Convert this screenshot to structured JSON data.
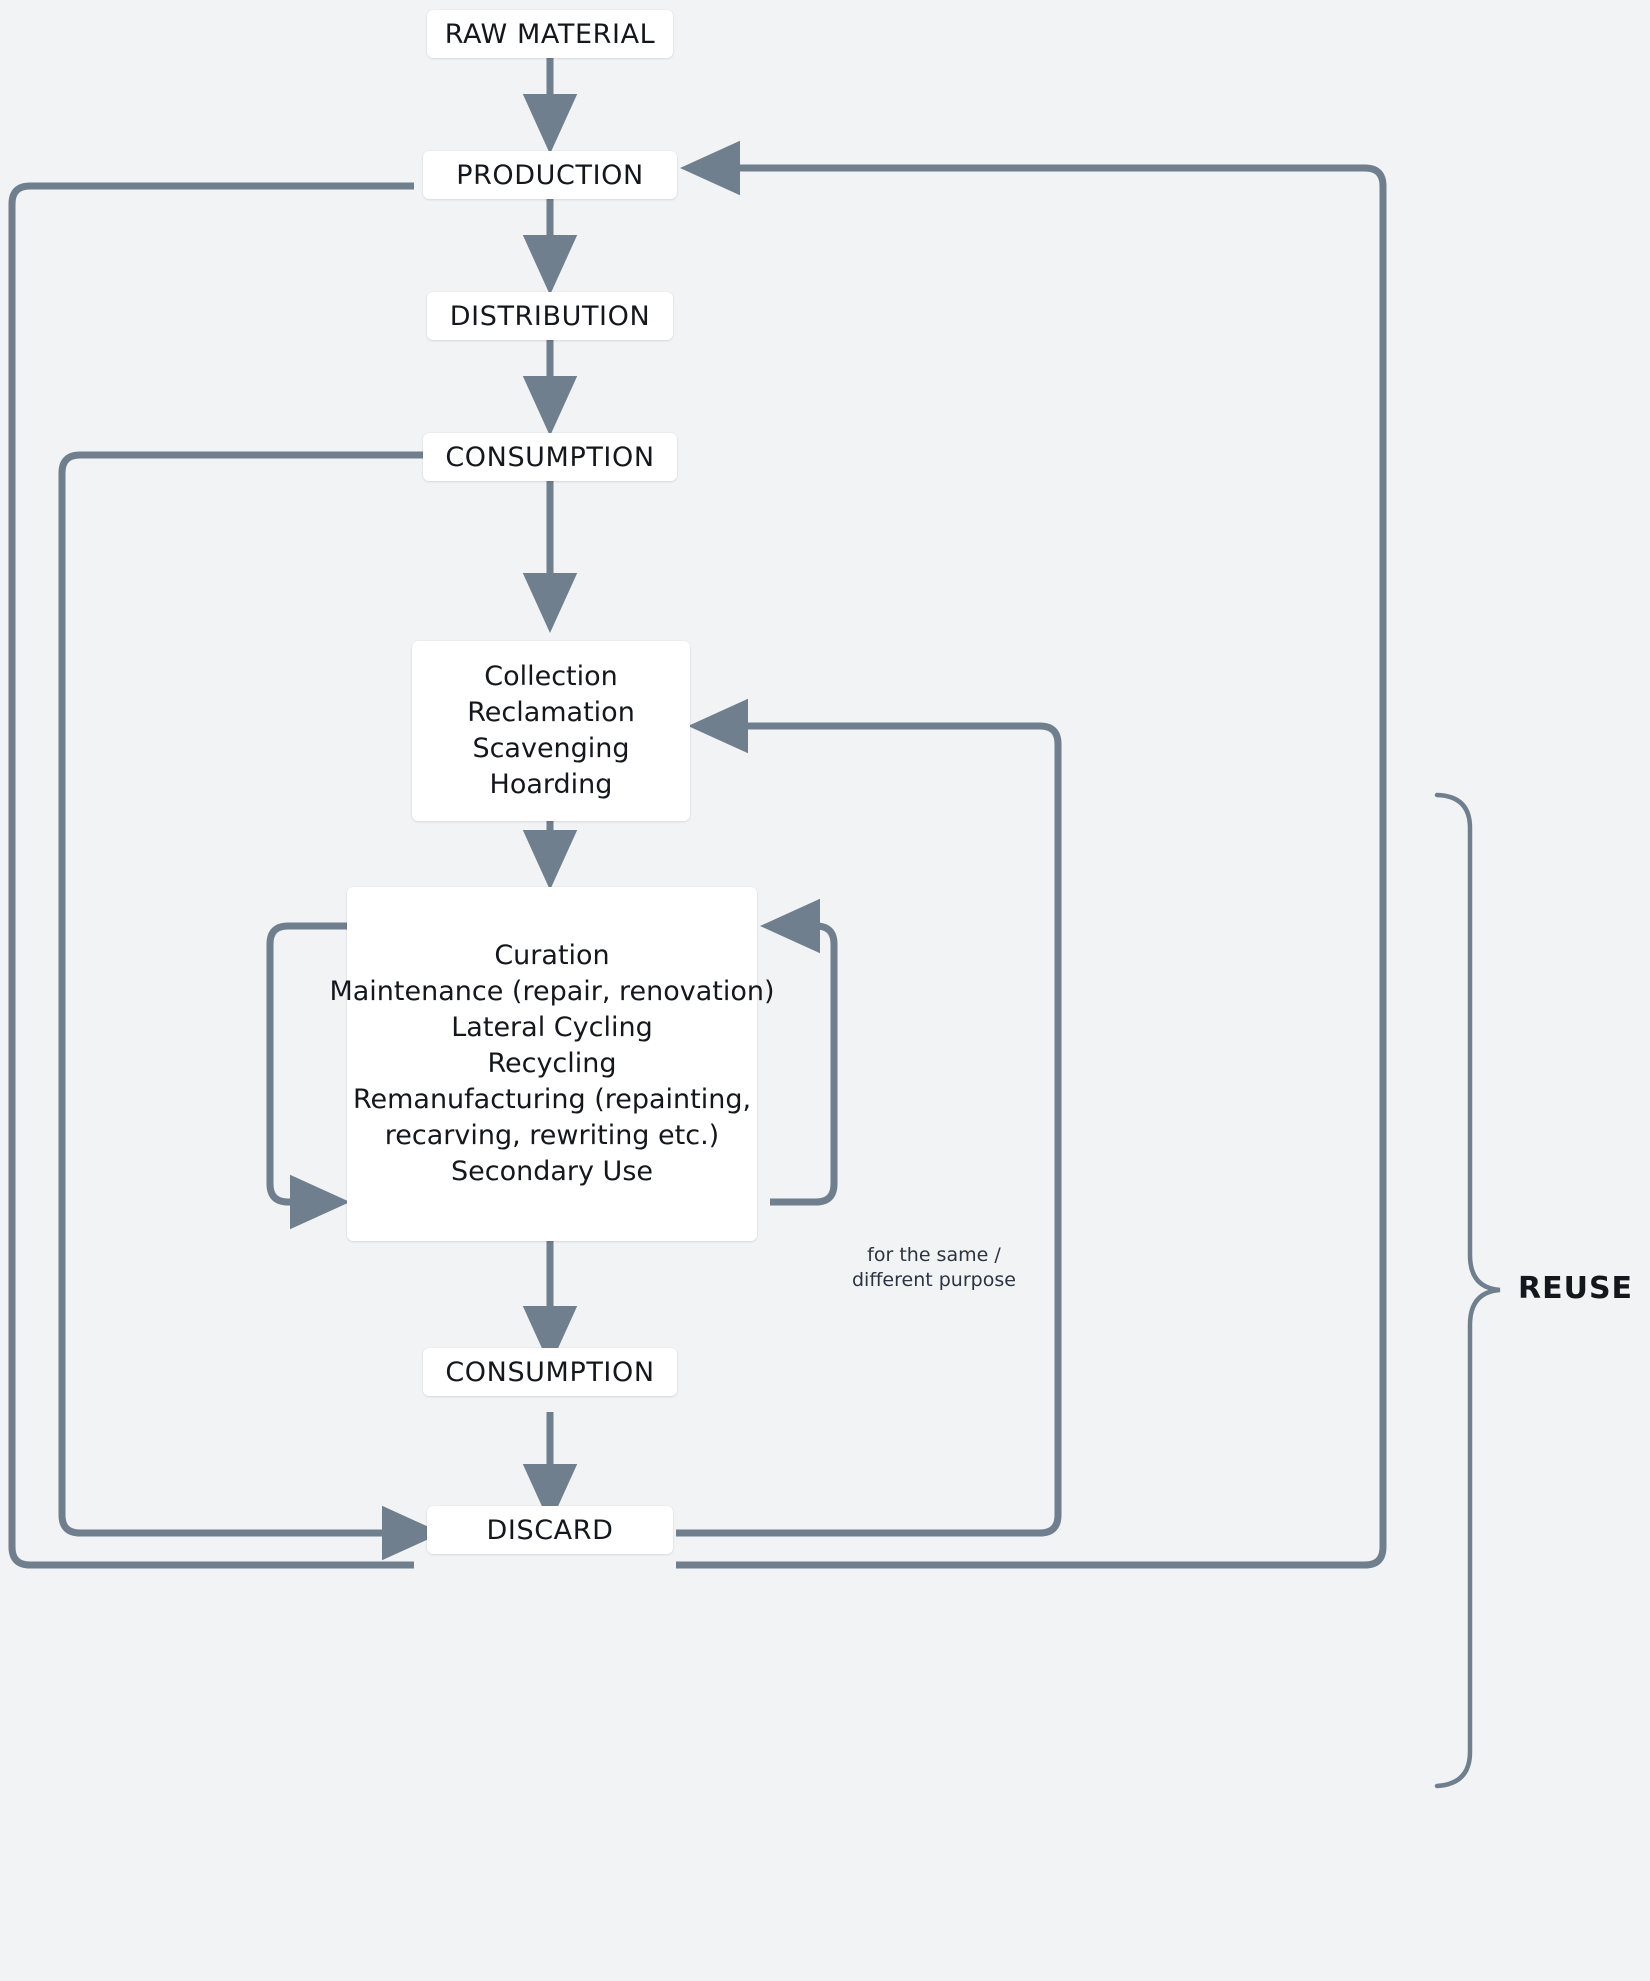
{
  "diagram": {
    "title": "Reuse life-cycle flow diagram",
    "theme": {
      "background": "#f1f3f4",
      "node_fill": "#ffffff",
      "edge_color": "#6f7f8e",
      "text_color": "#14171c"
    },
    "nodes": [
      {
        "id": "raw-material",
        "label": "RAW MATERIAL",
        "type": "stage"
      },
      {
        "id": "production",
        "label": "PRODUCTION",
        "type": "stage"
      },
      {
        "id": "distribution",
        "label": "DISTRIBUTION",
        "type": "stage"
      },
      {
        "id": "consumption-1",
        "label": "CONSUMPTION",
        "type": "stage"
      },
      {
        "id": "collection",
        "type": "multi",
        "lines": [
          "Collection",
          "Reclamation",
          "Scavenging",
          "Hoarding"
        ]
      },
      {
        "id": "curation",
        "type": "multi",
        "lines": [
          "Curation",
          "Maintenance (repair, renovation)",
          "Lateral Cycling",
          "Recycling",
          "Remanufacturing (repainting,",
          "recarving, rewriting etc.)",
          "Secondary Use"
        ]
      },
      {
        "id": "consumption-2",
        "label": "CONSUMPTION",
        "type": "stage"
      },
      {
        "id": "discard",
        "label": "DISCARD",
        "type": "stage"
      }
    ],
    "annotations": [
      {
        "id": "same-different-purpose",
        "lines": [
          "for the same /",
          "different purpose"
        ]
      },
      {
        "id": "reuse-bracket-label",
        "text": "REUSE"
      }
    ],
    "edges": [
      {
        "from": "raw-material",
        "to": "production",
        "kind": "arrow-down"
      },
      {
        "from": "production",
        "to": "distribution",
        "kind": "arrow-down"
      },
      {
        "from": "distribution",
        "to": "consumption-1",
        "kind": "arrow-down"
      },
      {
        "from": "consumption-1",
        "to": "collection",
        "kind": "arrow-down"
      },
      {
        "from": "collection",
        "to": "curation",
        "kind": "arrow-down"
      },
      {
        "from": "curation",
        "to": "consumption-2",
        "kind": "arrow-down"
      },
      {
        "from": "consumption-2",
        "to": "discard",
        "kind": "arrow-down"
      },
      {
        "from": "consumption-1",
        "to": "discard",
        "kind": "left-loop"
      },
      {
        "from": "discard",
        "to": "production",
        "kind": "outer-right-loop"
      },
      {
        "from": "discard",
        "to": "collection",
        "kind": "inner-right-loop"
      },
      {
        "from": "curation",
        "to": "curation",
        "kind": "self-loop-left"
      },
      {
        "from": "curation",
        "to": "curation",
        "kind": "self-loop-right"
      },
      {
        "from": "discard",
        "to": "production",
        "kind": "bottom-left-loop"
      }
    ]
  }
}
